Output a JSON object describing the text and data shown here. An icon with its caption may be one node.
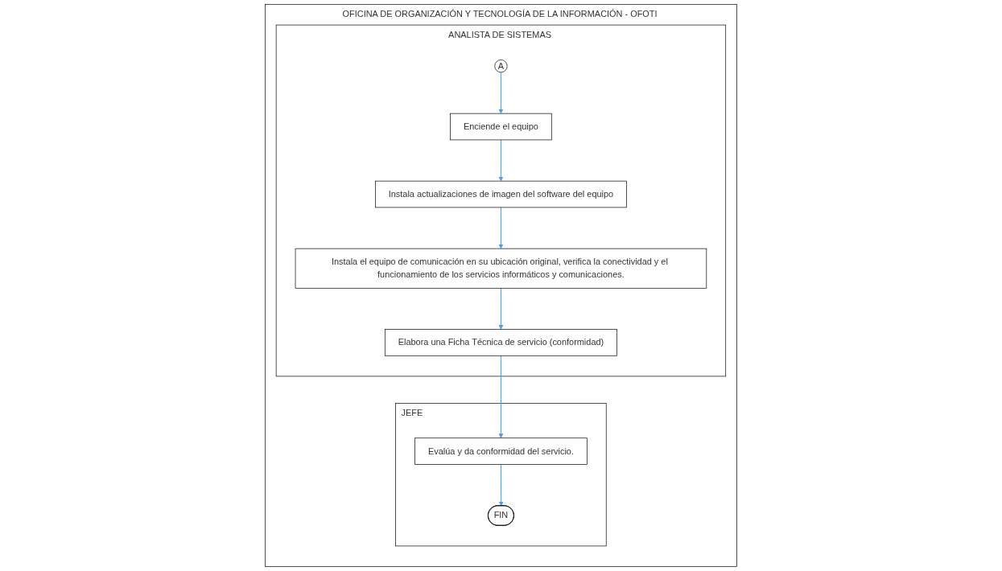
{
  "diagram": {
    "nodes": [
      {
        "text": [
          "OFICINA DE ORGANIZACIÓN Y TECNOLOGÍA DE LA INFORMACIÓN - OFOTI"
        ]
      },
      {
        "text": [
          "JEFE"
        ],
        "in": 0
      },
      {
        "text": [
          "ANALISTA DE SISTEMAS"
        ],
        "in": 0
      },
      {
        "text": [
          "A"
        ],
        "in": 2
      },
      {
        "text": [
          "Enciende el equipo"
        ],
        "in": 2
      },
      {
        "text": [
          "Instala actualizaciones de imagen del software del equipo"
        ],
        "in": 2
      },
      {
        "text": [
          "Instala el equipo de comunicación en su ubicación original, verifica la conectividad y el funcionamiento de los servicios informáticos y comunicaciones."
        ],
        "in": 2
      },
      {
        "text": [
          "Elabora una Ficha Técnica de servicio (conformidad)"
        ],
        "in": 2
      },
      {
        "text": [
          "Evalúa y da conformidad del servicio."
        ],
        "in": 1
      },
      {
        "text": [
          "FIN"
        ],
        "in": 1
      }
    ],
    "edges": [
      {
        "from": 3,
        "to": 4,
        "arrow": "to"
      },
      {
        "from": 4,
        "to": 5,
        "arrow": "to"
      },
      {
        "from": 5,
        "to": 6,
        "arrow": "to"
      },
      {
        "from": 6,
        "to": 7,
        "arrow": "to"
      },
      {
        "from": 7,
        "to": 8,
        "arrow": "to"
      },
      {
        "from": 8,
        "to": 9,
        "arrow": "to"
      }
    ]
  }
}
